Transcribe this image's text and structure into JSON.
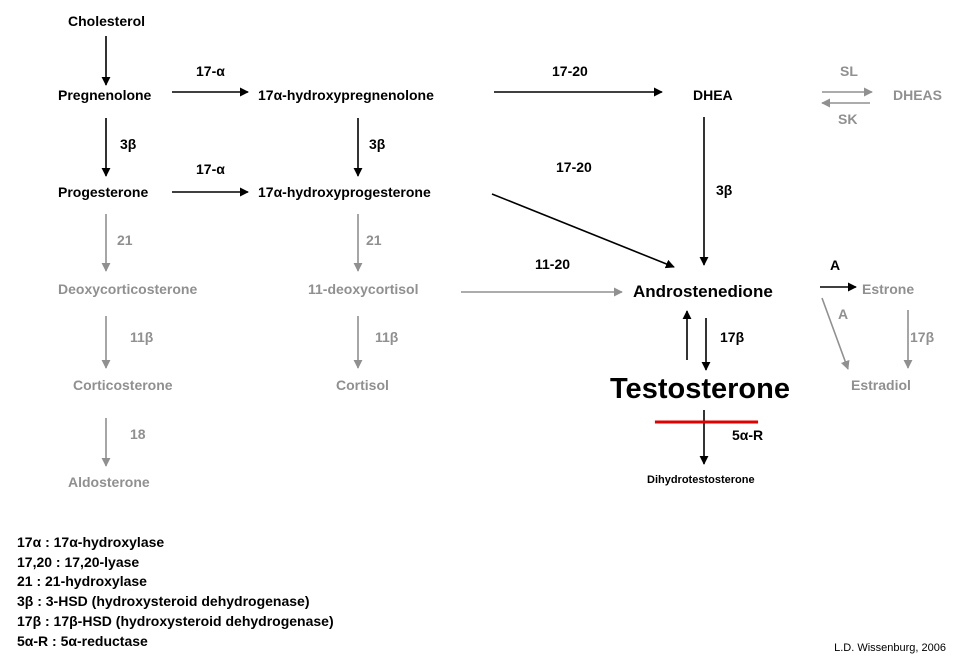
{
  "nodes": {
    "cholesterol": "Cholesterol",
    "pregnenolone": "Pregnenolone",
    "hydroxypregnenolone": "17α-hydroxypregnenolone",
    "dhea": "DHEA",
    "dheas": "DHEAS",
    "progesterone": "Progesterone",
    "hydroxyprogesterone": "17α-hydroxyprogesterone",
    "androstenedione": "Androstenedione",
    "deoxycorticosterone": "Deoxycorticosterone",
    "deoxycortisol": "11-deoxycortisol",
    "estrone": "Estrone",
    "corticosterone": "Corticosterone",
    "cortisol": "Cortisol",
    "testosterone": "Testosterone",
    "estradiol": "Estradiol",
    "aldosterone": "Aldosterone",
    "dihydrotestosterone": "Dihydrotestosterone"
  },
  "enzymes": {
    "preg_to_17oh": "17-α",
    "prog_to_17oh": "17-α",
    "to_dhea": "17-20",
    "to_andro": "17-20",
    "sl": "SL",
    "sk": "SK",
    "beta3_preg": "3β",
    "beta3_17oh": "3β",
    "beta3_dhea": "3β",
    "h21_a": "21",
    "h21_b": "21",
    "l1120": "11-20",
    "aromatase_a": "A",
    "aromatase_b": "A",
    "b11_a": "11β",
    "b11_b": "11β",
    "b17_a": "17β",
    "b17_b": "17β",
    "h18": "18",
    "r5a": "5α-R"
  },
  "legend": [
    "17α : 17α-hydroxylase",
    "17,20 : 17,20-lyase",
    "21 : 21-hydroxylase",
    "3β : 3-HSD (hydroxysteroid dehydrogenase)",
    "17β : 17β-HSD (hydroxysteroid dehydrogenase)",
    "5α-R : 5α-reductase"
  ],
  "credit": "L.D. Wissenburg, 2006",
  "colors": {
    "active": "#000000",
    "inactive": "#909090",
    "inhibition": "#e00000"
  }
}
